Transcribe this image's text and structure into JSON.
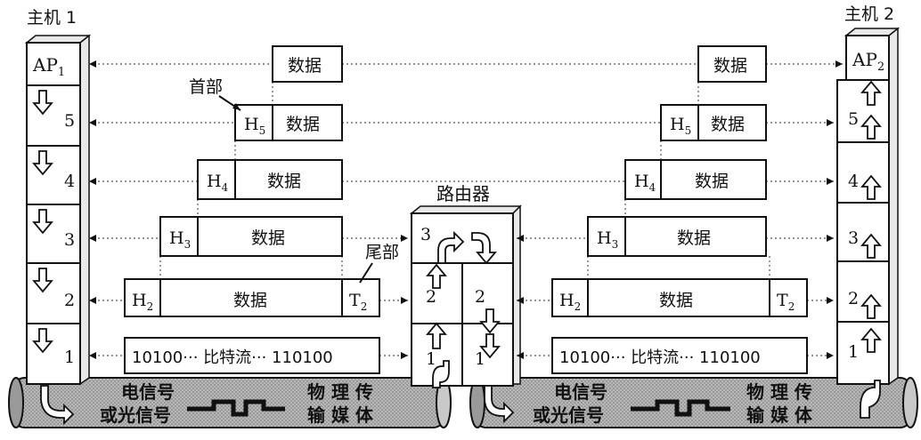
{
  "host1": {
    "title": "主机 1",
    "ap_label": "AP",
    "ap_sub": "1",
    "layers": [
      "5",
      "4",
      "3",
      "2",
      "1"
    ]
  },
  "host2": {
    "title": "主机 2",
    "ap_label": "AP",
    "ap_sub": "2",
    "layers": [
      "5",
      "4",
      "3",
      "2",
      "1"
    ]
  },
  "router": {
    "title": "路由器",
    "left_layers": [
      "3",
      "2",
      "1"
    ],
    "right_layers": [
      "2",
      "1"
    ]
  },
  "annotations": {
    "header": "首部",
    "trailer": "尾部"
  },
  "pdus_left": {
    "app": {
      "data": "数据"
    },
    "l5": {
      "header": "H",
      "header_sub": "5",
      "data": "数据"
    },
    "l4": {
      "header": "H",
      "header_sub": "4",
      "data": "数据"
    },
    "l3": {
      "header": "H",
      "header_sub": "3",
      "data": "数据"
    },
    "l2": {
      "header": "H",
      "header_sub": "2",
      "data": "数据",
      "trailer": "T",
      "trailer_sub": "2"
    },
    "l1": {
      "bits": "10100··· 比特流··· 110100"
    }
  },
  "pdus_right": {
    "app": {
      "data": "数据"
    },
    "l5": {
      "header": "H",
      "header_sub": "5",
      "data": "数据"
    },
    "l4": {
      "header": "H",
      "header_sub": "4",
      "data": "数据"
    },
    "l3": {
      "header": "H",
      "header_sub": "3",
      "data": "数据"
    },
    "l2": {
      "header": "H",
      "header_sub": "2",
      "data": "数据",
      "trailer": "T",
      "trailer_sub": "2"
    },
    "l1": {
      "bits": "10100··· 比特流··· 110100"
    }
  },
  "media_left": {
    "signal_line1": "电信号",
    "signal_line2": "或光信号",
    "medium_line1": "物 理 传",
    "medium_line2": "输 媒 体"
  },
  "media_right": {
    "signal_line1": "电信号",
    "signal_line2": "或光信号",
    "medium_line1": "物 理 传",
    "medium_line2": "输 媒 体"
  },
  "colors": {
    "ink": "#111111",
    "pipe_fill": "#bdbdbd",
    "pipe_shadow": "#8a8a8a",
    "side_fill": "#e8e8e8"
  }
}
